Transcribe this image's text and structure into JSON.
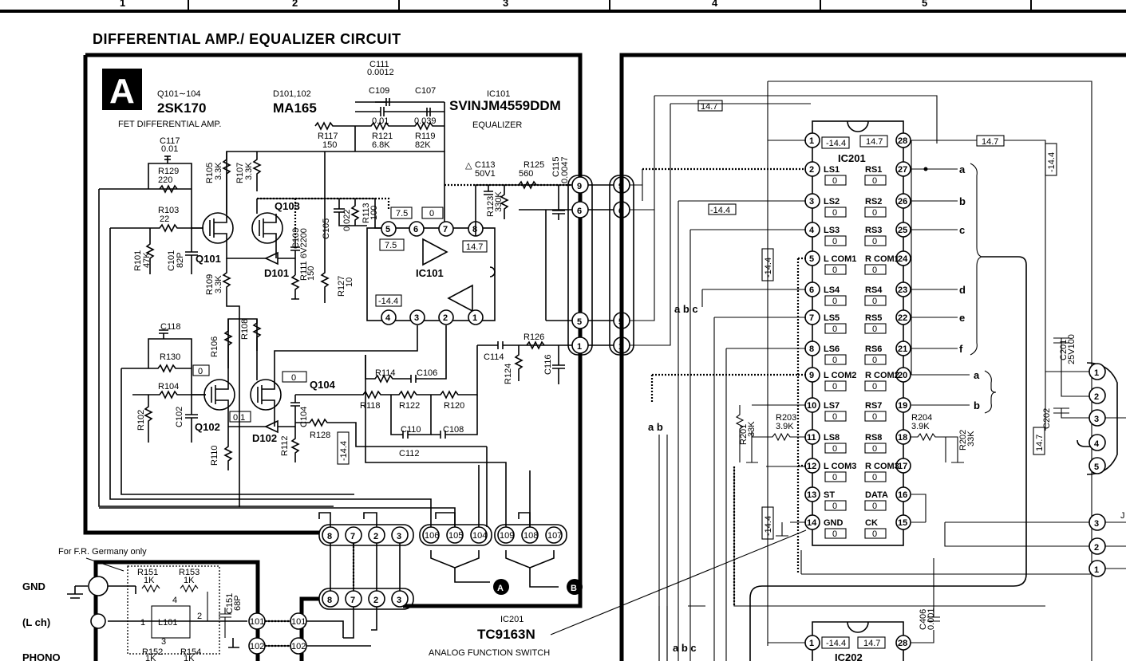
{
  "ruler": {
    "cols": [
      "1",
      "2",
      "3",
      "4",
      "5"
    ]
  },
  "title": "DIFFERENTIAL AMP./ EQUALIZER CIRCUIT",
  "block_a": {
    "letter": "A",
    "q_parts": "Q101∼104",
    "q_type": "2SK170",
    "q_desc": "FET DIFFERENTIAL AMP.",
    "d_parts": "D101,102",
    "d_type": "MA165",
    "ic_parts": "IC101",
    "ic_type": "SVINJM4559DDM",
    "ic_desc": "EQUALIZER",
    "ic_label": "IC101",
    "components": {
      "c111": "C111",
      "c111v": "0.0012",
      "c109": "C109",
      "c109v": "0.01",
      "c107": "C107",
      "c107v": "0.039",
      "r121": "R121",
      "r121v": "6.8K",
      "r119": "R119",
      "r119v": "82K",
      "r117": "R117",
      "r117v": "150",
      "c117": "C117",
      "c117v": "0.01",
      "r129": "R129",
      "r129v": "220",
      "r103": "R103",
      "r103v": "22",
      "r105": "R105",
      "r105v": "3.3K",
      "r107": "R107",
      "r107v": "3.3K",
      "q103": "Q103",
      "q101": "Q101",
      "r101": "R101",
      "r101v": "47K",
      "c101": "C101",
      "c101v": "82P",
      "d101": "D101",
      "c103": "C103",
      "c103v": "6V2200",
      "r111": "R111",
      "r111v": "150",
      "c105": "C105",
      "c105v": "0.022",
      "r113": "R113",
      "r113v": "100",
      "r109": "R109",
      "r109v": "3.3K",
      "r127": "R127",
      "r127v": "10",
      "c113": "C113",
      "c113v": "50V1",
      "r125": "R125",
      "r125v": "560",
      "c115": "C115",
      "c115v": "0.0047",
      "r123": "R123",
      "r123v": "330K",
      "c118": "C118",
      "r130": "R130",
      "r106": "R106",
      "r108": "R108",
      "r104": "R104",
      "q104": "Q104",
      "q102": "Q102",
      "r102": "R102",
      "c102": "C102",
      "c104": "C104",
      "d102": "D102",
      "r128": "R128",
      "r112": "R112",
      "r110": "R110",
      "r114": "R114",
      "c106": "C106",
      "r118": "R118",
      "r122": "R122",
      "r120": "R120",
      "c110": "C110",
      "c108": "C108",
      "c112": "C112",
      "c114": "C114",
      "r124": "R124",
      "c116": "C116",
      "r126": "R126"
    },
    "volts": {
      "v75a": "7.5",
      "v0a": "0",
      "v75b": "7.5",
      "v147": "14.7",
      "v144": "-14.4",
      "v0b": "0",
      "v0c": "0",
      "v01": "0.1",
      "v144v": "-14.4"
    }
  },
  "connectors": {
    "left_top": [
      "9",
      "6",
      "5",
      "1"
    ],
    "bottom_a": [
      "8",
      "7",
      "2",
      "3"
    ],
    "bottom_b": [
      "106",
      "105",
      "104",
      "109",
      "108",
      "107"
    ],
    "bottom_c": [
      "8",
      "7",
      "2",
      "3"
    ],
    "markA": "A",
    "markB": "B"
  },
  "ic201": {
    "name": "IC201",
    "part": "TC9163N",
    "desc": "ANALOG FUNCTION SWITCH",
    "v_m144": "-14.4",
    "v_147": "14.7",
    "left_pins": [
      {
        "n": "1",
        "l": ""
      },
      {
        "n": "2",
        "l": "LS1"
      },
      {
        "n": "3",
        "l": "LS2"
      },
      {
        "n": "4",
        "l": "LS3"
      },
      {
        "n": "5",
        "l": "L COM1"
      },
      {
        "n": "6",
        "l": "LS4"
      },
      {
        "n": "7",
        "l": "LS5"
      },
      {
        "n": "8",
        "l": "LS6"
      },
      {
        "n": "9",
        "l": "L COM2"
      },
      {
        "n": "10",
        "l": "LS7"
      },
      {
        "n": "11",
        "l": "LS8"
      },
      {
        "n": "12",
        "l": "L COM3"
      },
      {
        "n": "13",
        "l": "ST"
      },
      {
        "n": "14",
        "l": "GND"
      }
    ],
    "right_pins": [
      {
        "n": "28",
        "l": ""
      },
      {
        "n": "27",
        "l": "RS1"
      },
      {
        "n": "26",
        "l": "RS2"
      },
      {
        "n": "25",
        "l": "RS3"
      },
      {
        "n": "24",
        "l": "R COM1"
      },
      {
        "n": "23",
        "l": "RS4"
      },
      {
        "n": "22",
        "l": "RS5"
      },
      {
        "n": "21",
        "l": "RS6"
      },
      {
        "n": "20",
        "l": "R COM2"
      },
      {
        "n": "19",
        "l": "RS7"
      },
      {
        "n": "18",
        "l": "RS8"
      },
      {
        "n": "17",
        "l": "R COM3"
      },
      {
        "n": "16",
        "l": "DATA"
      },
      {
        "n": "15",
        "l": "CK"
      }
    ],
    "zero": "0"
  },
  "ic202": {
    "name": "IC202",
    "pin1": "1",
    "pin28": "28",
    "v_m144": "-14.4",
    "v_147": "14.7"
  },
  "right_side": {
    "v147a": "14.7",
    "v147b": "14.7",
    "v144a": "-14.4",
    "v144b": "-14.4",
    "v144c": "-14.4",
    "v144d": "-14.4",
    "v144e": "-14.4",
    "r201": "R201",
    "r201v": "33K",
    "r202": "R202",
    "r202v": "33K",
    "r203": "R203",
    "r203v": "3.9K",
    "r204": "R204",
    "r204v": "3.9K",
    "c201": "C201",
    "c201v": "25V100",
    "c202": "C202",
    "c406": "C406",
    "c406v": "0.001",
    "out": [
      "a",
      "b",
      "c",
      "d",
      "e",
      "f"
    ],
    "out2": [
      "a",
      "b"
    ],
    "abc": "a b c",
    "ab": "a b",
    "abc2": "a b c",
    "conn_r1": [
      "1",
      "2",
      "3",
      "4",
      "5"
    ],
    "conn_r2": [
      "3",
      "2",
      "1"
    ],
    "jlabel": "J"
  },
  "bottom_left": {
    "note": "For F.R. Germany only",
    "gnd": "GND",
    "lch": "(L ch)",
    "phono": "PHONO",
    "r151": "R151",
    "r151v": "1K",
    "r153": "R153",
    "r153v": "1K",
    "r152": "R152",
    "r152v": "1K",
    "r154": "R154",
    "r154v": "1K",
    "l101": "L101",
    "c151": "C151",
    "c151v": "68P",
    "p4": "4",
    "p2": "2",
    "p3": "3",
    "p1": "1",
    "c101c": "101",
    "c102c": "102",
    "c101d": "101",
    "c102d": "102"
  }
}
